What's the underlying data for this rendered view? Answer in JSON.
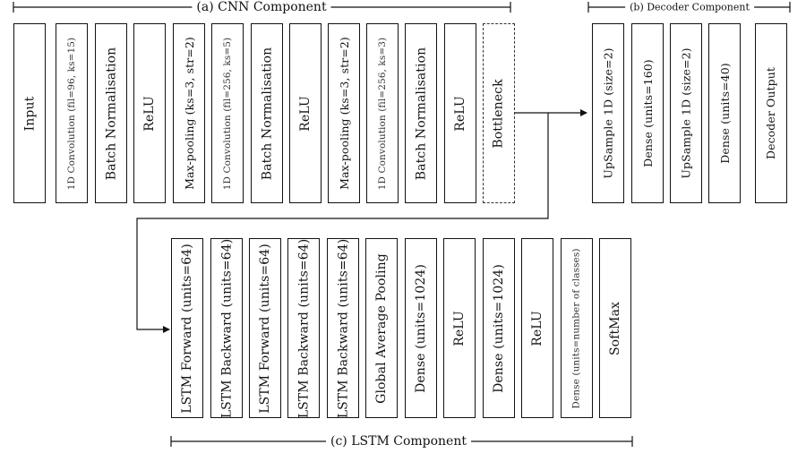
{
  "cnn": {
    "label": "(a) CNN Component",
    "blocks": [
      {
        "text": "Input"
      },
      {
        "text": "1D Convolution  (fil=96, ks=15)"
      },
      {
        "text": "Batch Normalisation"
      },
      {
        "text": "ReLU"
      },
      {
        "text": "Max-pooling  (ks=3, str=2)"
      },
      {
        "text": "1D Convolution  (fil=256, ks=5)"
      },
      {
        "text": "Batch Normalisation"
      },
      {
        "text": "ReLU"
      },
      {
        "text": "Max-pooling  (ks=3, str=2)"
      },
      {
        "text": "1D Convolution  (fil=256, ks=3)"
      },
      {
        "text": "Batch Normalisation"
      },
      {
        "text": "ReLU"
      },
      {
        "text": "Bottleneck"
      }
    ]
  },
  "decoder": {
    "label": "(b) Decoder Component",
    "blocks": [
      {
        "text": "UpSample 1D (size=2)"
      },
      {
        "text": "Dense (units=160)"
      },
      {
        "text": "UpSample 1D (size=2)"
      },
      {
        "text": "Dense (units=40)"
      },
      {
        "text": "Decoder Output"
      }
    ]
  },
  "lstm": {
    "label": "(c) LSTM Component",
    "blocks": [
      {
        "text": "LSTM Forward (units=64)"
      },
      {
        "text": "LSTM Backward (units=64)"
      },
      {
        "text": "LSTM Forward (units=64)"
      },
      {
        "text": "LSTM Backward (units=64)"
      },
      {
        "text": "LSTM Backward (units=64)"
      },
      {
        "text": "Global Average Pooling"
      },
      {
        "text": "Dense (units=1024)"
      },
      {
        "text": "ReLU"
      },
      {
        "text": "Dense (units=1024)"
      },
      {
        "text": "ReLU"
      },
      {
        "text": "Dense (units=number of classes)"
      },
      {
        "text": "SoftMax"
      }
    ]
  }
}
